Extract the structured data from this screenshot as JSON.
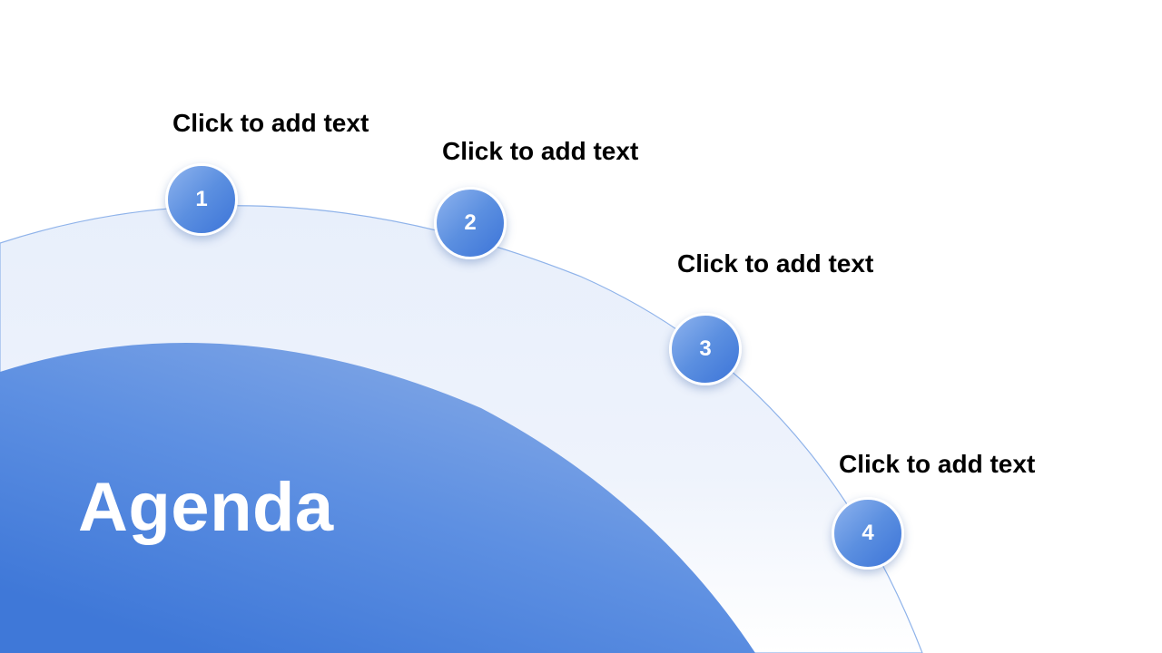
{
  "title": "Agenda",
  "items": [
    {
      "number": "1",
      "label": "Click to add text"
    },
    {
      "number": "2",
      "label": "Click to add text"
    },
    {
      "number": "3",
      "label": "Click to add text"
    },
    {
      "number": "4",
      "label": "Click to add text"
    }
  ],
  "colors": {
    "accent": "#4a7fdc",
    "accent_light": "#8eb3ee",
    "band_fill": "#ebf1fb",
    "band_stroke": "#8fb3ea",
    "title_text": "#ffffff",
    "label_text": "#000000"
  }
}
